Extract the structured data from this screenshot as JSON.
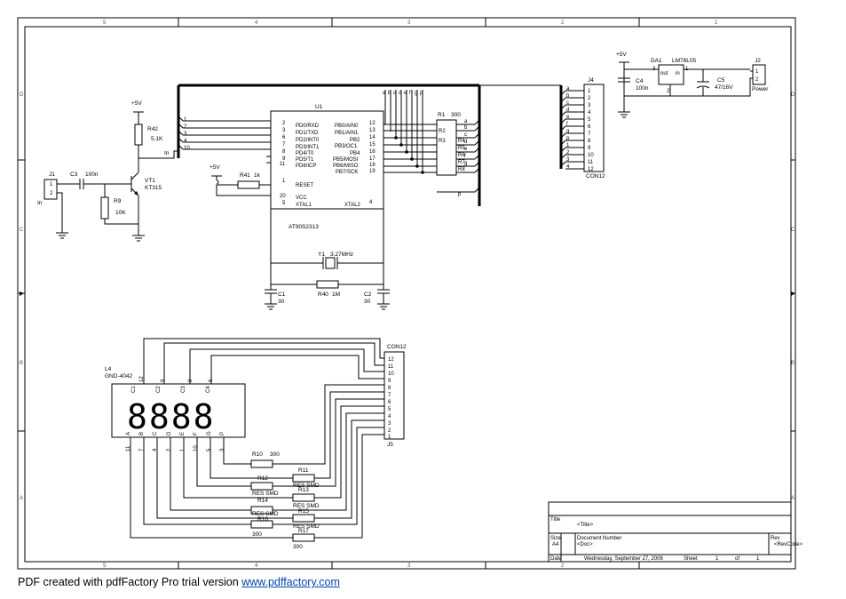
{
  "frame": {
    "col_labels": [
      "5",
      "4",
      "3",
      "2",
      "1"
    ],
    "row_labels": [
      "D",
      "C",
      "B",
      "A"
    ]
  },
  "parts": {
    "j1": {
      "ref": "J1",
      "pins": [
        "1",
        "2"
      ],
      "net": "In"
    },
    "c3": {
      "ref": "C3",
      "value": "100n"
    },
    "r9": {
      "ref": "R9",
      "value": "10K"
    },
    "r42": {
      "ref": "R42",
      "value": "5.1K"
    },
    "vt1": {
      "ref": "VT1",
      "value": "KT315"
    },
    "vcc1": "+5V",
    "vcc2": "+5V",
    "vcc3": "+5V",
    "in_net": "In",
    "u1": {
      "ref": "U1",
      "part": "AT90S2313",
      "left_pins": [
        {
          "num": "2",
          "name": "PD0/RXD"
        },
        {
          "num": "3",
          "name": "PD1/TXD"
        },
        {
          "num": "6",
          "name": "PD2/INT0"
        },
        {
          "num": "7",
          "name": "PD3/INT1"
        },
        {
          "num": "8",
          "name": "PD4/T0"
        },
        {
          "num": "9",
          "name": "PD5/T1"
        },
        {
          "num": "11",
          "name": "PD6/ICP"
        },
        {
          "num": "1",
          "name": "RESET"
        },
        {
          "num": "20",
          "name": "VCC"
        },
        {
          "num": "5",
          "name": "XTAL1"
        }
      ],
      "right_pins": [
        {
          "num": "12",
          "name": "PB0/AIN0"
        },
        {
          "num": "13",
          "name": "PB1/AIN1"
        },
        {
          "num": "14",
          "name": "PB2"
        },
        {
          "num": "15",
          "name": "PB3/OC1"
        },
        {
          "num": "16",
          "name": "PB4"
        },
        {
          "num": "17",
          "name": "PB5/MOSI"
        },
        {
          "num": "18",
          "name": "PB6/MISO"
        },
        {
          "num": "19",
          "name": "PB7/SCK"
        },
        {
          "num": "4",
          "name": "XTAL2"
        }
      ]
    },
    "r41": {
      "ref": "R41",
      "value": "1k"
    },
    "y1": {
      "ref": "Y1",
      "value": "3.27MHz"
    },
    "c1": {
      "ref": "C1",
      "value": "30"
    },
    "c2": {
      "ref": "C2",
      "value": "30"
    },
    "r40": {
      "ref": "R40",
      "value": "1M"
    },
    "bus_entry_left": [
      "1",
      "2",
      "3",
      "4",
      "10"
    ],
    "bus_entry_top": [
      "a",
      "b",
      "c",
      "d",
      "e",
      "f",
      "g",
      "p"
    ],
    "r1": {
      "ref": "R1",
      "value": "300",
      "pins": [
        "R2",
        "R3",
        "R4",
        "R5",
        "R6",
        "R7",
        "R8"
      ]
    },
    "bus_entry_right": [
      "a",
      "b",
      "c",
      "d",
      "e",
      "f",
      "g",
      "p"
    ],
    "j4": {
      "ref": "J4",
      "part": "CON12",
      "pins": [
        "1",
        "2",
        "3",
        "4",
        "5",
        "6",
        "7",
        "8",
        "9",
        "10",
        "11",
        "12"
      ],
      "net_labels": [
        "a",
        "b",
        "c",
        "d",
        "e",
        "f",
        "g",
        "p",
        "1",
        "2",
        "3",
        "4"
      ]
    },
    "c4": {
      "ref": "C4",
      "value": "100n"
    },
    "da1": {
      "ref": "DA1",
      "part": "LM78L05",
      "pin_out": "out",
      "pin_in": "in",
      "pin3": "3",
      "pin2": "2",
      "pin1": "1"
    },
    "c5": {
      "ref": "C5",
      "value": "47/16V"
    },
    "j2": {
      "ref": "J2",
      "label": "Power",
      "pins": [
        "1",
        "2"
      ]
    },
    "l4": {
      "ref": "L4",
      "part": "GND-4042",
      "digits": "8888",
      "common": [
        "C1",
        "C2",
        "C3",
        "C4"
      ],
      "common_pins": [
        "12",
        "9",
        "8",
        "6"
      ],
      "seg_letters": [
        "A",
        "B",
        "C",
        "D",
        "E",
        "F",
        "G",
        "P"
      ],
      "seg_pins": [
        "11",
        "7",
        "4",
        "2",
        "1",
        "10",
        "5",
        "3"
      ]
    },
    "j5": {
      "ref": "J5",
      "part": "CON12",
      "pins": [
        "12",
        "11",
        "10",
        "9",
        "8",
        "7",
        "6",
        "5",
        "4",
        "3",
        "2",
        "1"
      ]
    },
    "res": [
      {
        "ref": "R10",
        "value": "300"
      },
      {
        "ref": "R11",
        "value": "RES SMD"
      },
      {
        "ref": "R12",
        "value": "RES SMD"
      },
      {
        "ref": "R13",
        "value": "RES SMD"
      },
      {
        "ref": "R14",
        "value": "RES SMD"
      },
      {
        "ref": "R15",
        "value": "RES SMD"
      },
      {
        "ref": "R16",
        "value": "300"
      },
      {
        "ref": "R17",
        "value": "300"
      }
    ]
  },
  "title_block": {
    "title_label": "Title",
    "title_value": "<Title>",
    "size_label": "Size",
    "size_value": "A4",
    "docnum_label": "Document Number",
    "docnum_value": "<Doc>",
    "rev_label": "Rev",
    "rev_value": "<RevCode>",
    "date_label": "Date",
    "date_value": "Wednesday, September 27, 2006",
    "sheet_label": "Sheet",
    "sheet_num": "1",
    "of_label": "of",
    "sheet_total": "1"
  },
  "footer": {
    "text": "PDF created with pdfFactory Pro trial version ",
    "link": "www.pdffactory.com"
  }
}
